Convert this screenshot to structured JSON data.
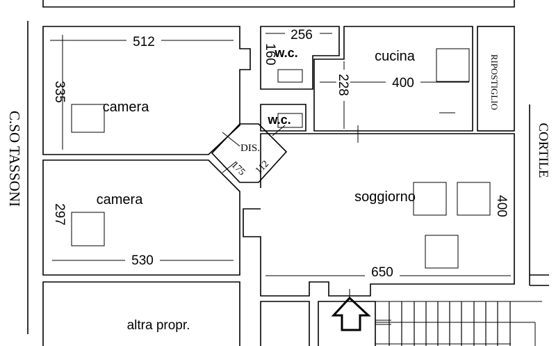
{
  "plan": {
    "street_label": "C.SO TASSONI",
    "courtyard_label": "CORTILE",
    "rooms": {
      "camera_1": {
        "label": "camera",
        "width": "512",
        "depth": "335"
      },
      "camera_2": {
        "label": "camera",
        "width": "530",
        "depth": "297"
      },
      "wc_1": {
        "label": "w.c.",
        "width": "256",
        "depth": "160"
      },
      "wc_2": {
        "label": "w.c."
      },
      "cucina": {
        "label": "cucina",
        "width": "400",
        "depth": "228"
      },
      "ripostiglio": {
        "label": "RIPOSTIGLIO"
      },
      "disimpegno": {
        "label": "DIS.",
        "dim_a": "175",
        "dim_b": "112"
      },
      "soggiorno": {
        "label": "soggiorno",
        "width": "650",
        "depth": "400"
      },
      "altra_proprieta": {
        "label": "altra propr."
      }
    },
    "entrance_icon": "arrow-up-icon"
  }
}
